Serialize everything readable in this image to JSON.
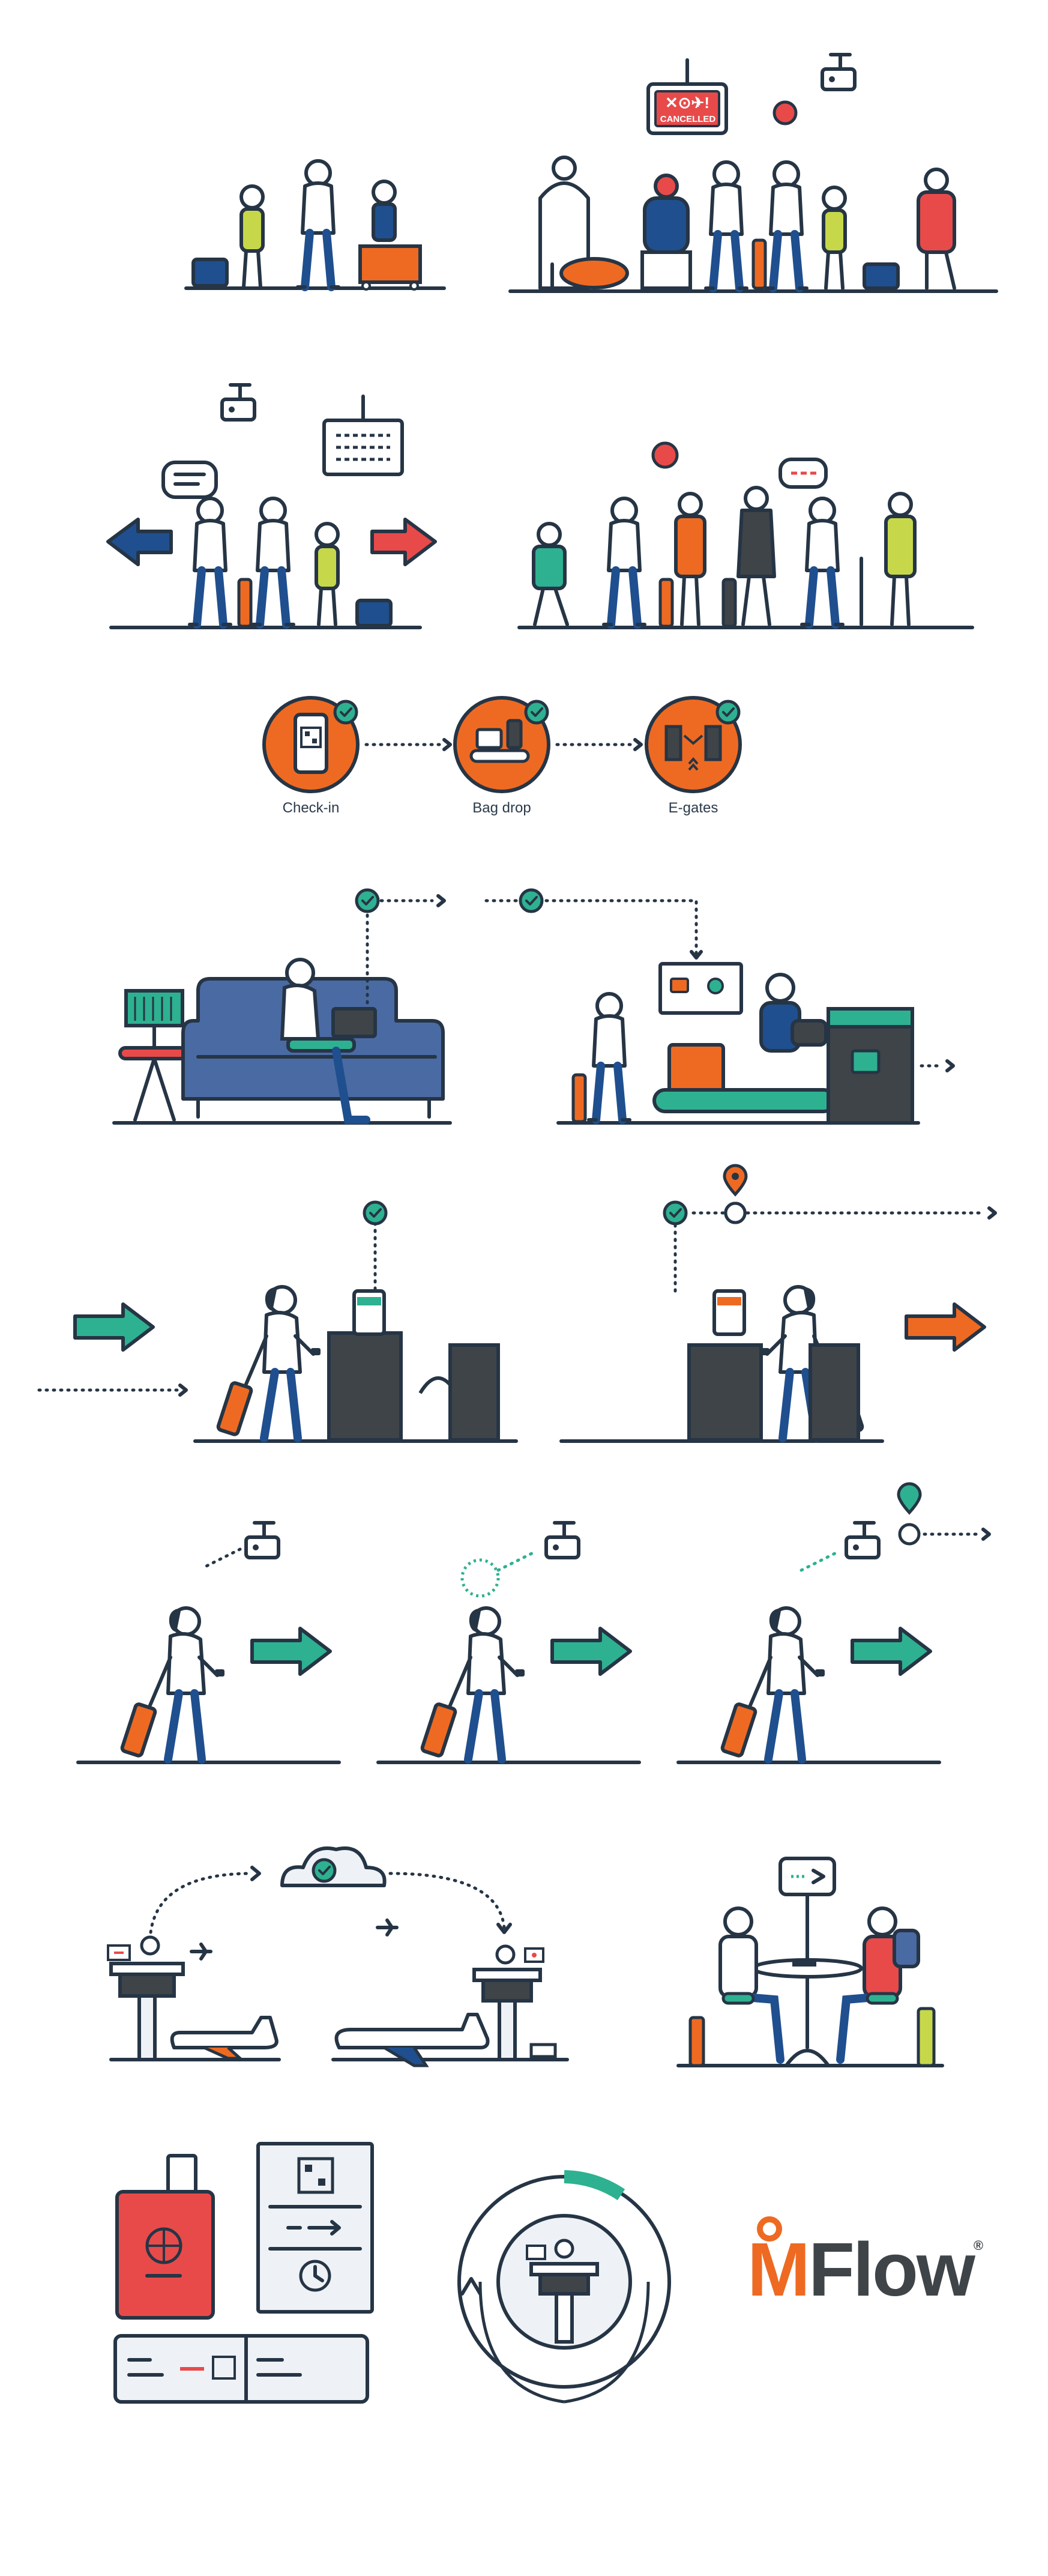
{
  "colors": {
    "ink": "#263545",
    "orange": "#ee6a22",
    "teal": "#2eb190",
    "red": "#e84a4a",
    "navy": "#1f4f8e",
    "sofa": "#4a6aa3",
    "lime": "#c6d84a",
    "grey": "#3f4448",
    "light": "#eef2f6",
    "skin": "#ffffff"
  },
  "departure_board": {
    "icons": "✕⊙✈!",
    "status": "CANCELLED"
  },
  "steps": [
    {
      "label": "Check-in",
      "icon": "phone-qr-icon"
    },
    {
      "label": "Bag drop",
      "icon": "bag-belt-icon"
    },
    {
      "label": "E-gates",
      "icon": "egate-icon"
    }
  ],
  "logo": {
    "text_m": "M",
    "text_rest": "Flow",
    "registered": "®"
  }
}
